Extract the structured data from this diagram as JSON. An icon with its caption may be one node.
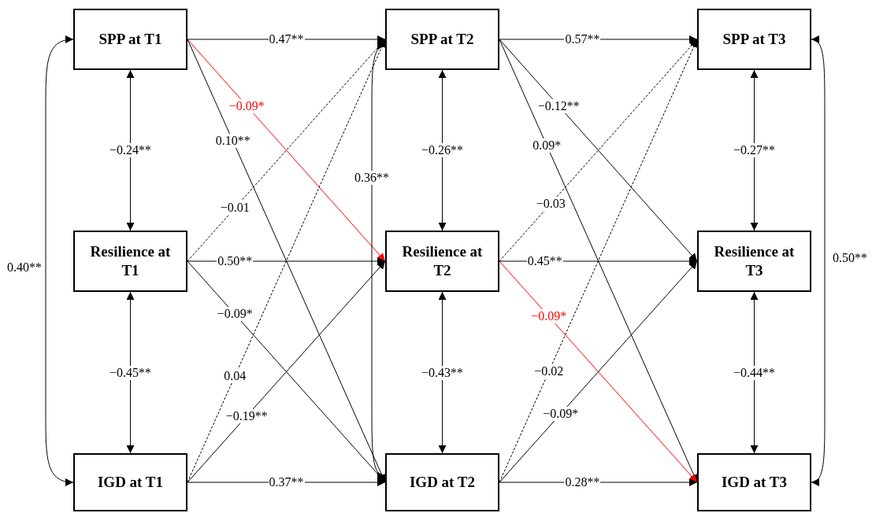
{
  "diagram": {
    "nodes": [
      {
        "text": [
          "SPP at T1"
        ]
      },
      {
        "text": [
          "Resilience at T1"
        ]
      },
      {
        "text": [
          "IGD at T1"
        ]
      },
      {
        "text": [
          "SPP at T2"
        ]
      },
      {
        "text": [
          "Resilience at T2"
        ]
      },
      {
        "text": [
          "IGD at T2"
        ]
      },
      {
        "text": [
          "SPP at T3"
        ]
      },
      {
        "text": [
          "Resilience at T3"
        ]
      },
      {
        "text": [
          "IGD at T3"
        ]
      }
    ],
    "edges": [
      {
        "from": 0,
        "to": 3,
        "arrow": "to",
        "label": "0.47**"
      },
      {
        "from": 0,
        "to": 4,
        "arrow": "to",
        "label": "−0.09*",
        "color": "#ff0000"
      },
      {
        "from": 0,
        "to": 5,
        "arrow": "to",
        "label": "0.10**"
      },
      {
        "from": 1,
        "to": 3,
        "arrow": "to",
        "label": "−0.01",
        "style": "dashed"
      },
      {
        "from": 1,
        "to": 4,
        "arrow": "to",
        "label": "0.50**"
      },
      {
        "from": 1,
        "to": 5,
        "arrow": "to",
        "label": "−0.09*"
      },
      {
        "from": 2,
        "to": 3,
        "arrow": "to",
        "label": "0.04",
        "style": "dashed"
      },
      {
        "from": 2,
        "to": 4,
        "arrow": "to",
        "label": "−0.19**"
      },
      {
        "from": 2,
        "to": 5,
        "arrow": "to",
        "label": "0.37**"
      },
      {
        "from": 3,
        "to": 6,
        "arrow": "to",
        "label": "0.57**"
      },
      {
        "from": 3,
        "to": 7,
        "arrow": "to",
        "label": "−0.12**"
      },
      {
        "from": 3,
        "to": 8,
        "arrow": "to",
        "label": "0.09*"
      },
      {
        "from": 4,
        "to": 6,
        "arrow": "to",
        "label": "−0.03",
        "style": "dashed"
      },
      {
        "from": 4,
        "to": 7,
        "arrow": "to",
        "label": "0.45**"
      },
      {
        "from": 4,
        "to": 8,
        "arrow": "to",
        "label": "−0.09*",
        "color": "#ff0000"
      },
      {
        "from": 5,
        "to": 6,
        "arrow": "to",
        "label": "−0.02",
        "style": "dashed"
      },
      {
        "from": 5,
        "to": 7,
        "arrow": "to",
        "label": "−0.09*"
      },
      {
        "from": 5,
        "to": 8,
        "arrow": "to",
        "label": "0.28**"
      },
      {
        "from": 0,
        "to": 1,
        "arrow": "both",
        "label": "−0.24**"
      },
      {
        "from": 1,
        "to": 2,
        "arrow": "both",
        "label": "−0.45**"
      },
      {
        "from": 3,
        "to": 4,
        "arrow": "both",
        "label": "−0.26**"
      },
      {
        "from": 4,
        "to": 5,
        "arrow": "both",
        "label": "−0.43**"
      },
      {
        "from": 6,
        "to": 7,
        "arrow": "both",
        "label": "−0.27**"
      },
      {
        "from": 7,
        "to": 8,
        "arrow": "both",
        "label": "−0.44**"
      },
      {
        "from": 0,
        "to": 2,
        "arrow": "both",
        "label": "0.40**"
      },
      {
        "from": 3,
        "to": 5,
        "arrow": "both",
        "label": "0.36**"
      },
      {
        "from": 6,
        "to": 8,
        "arrow": "both",
        "label": "0.50**"
      }
    ]
  }
}
